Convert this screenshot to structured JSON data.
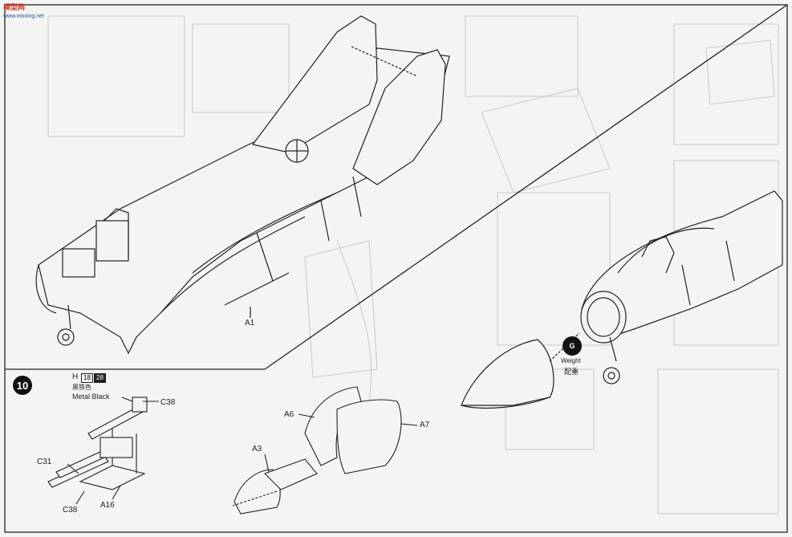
{
  "watermark": {
    "text": "模型网",
    "sub": "www.moxing.net"
  },
  "step": {
    "number": "10"
  },
  "paint": {
    "prefix": "H",
    "codes": [
      "18",
      "28"
    ],
    "name_cn": "黑铁色",
    "name_en": "Metal Black"
  },
  "weight": {
    "label_en": "Weight",
    "label_cn": "配重",
    "icon_label": "G"
  },
  "parts": {
    "a1": "A1",
    "c38_top": "C38",
    "c38_bottom": "C38",
    "c31": "C31",
    "a16": "A16",
    "a6": "A6",
    "a7": "A7",
    "a3": "A3"
  },
  "colors": {
    "line": "#222222",
    "faint": "#c4c4c4",
    "paper": "#f4f4f2"
  }
}
